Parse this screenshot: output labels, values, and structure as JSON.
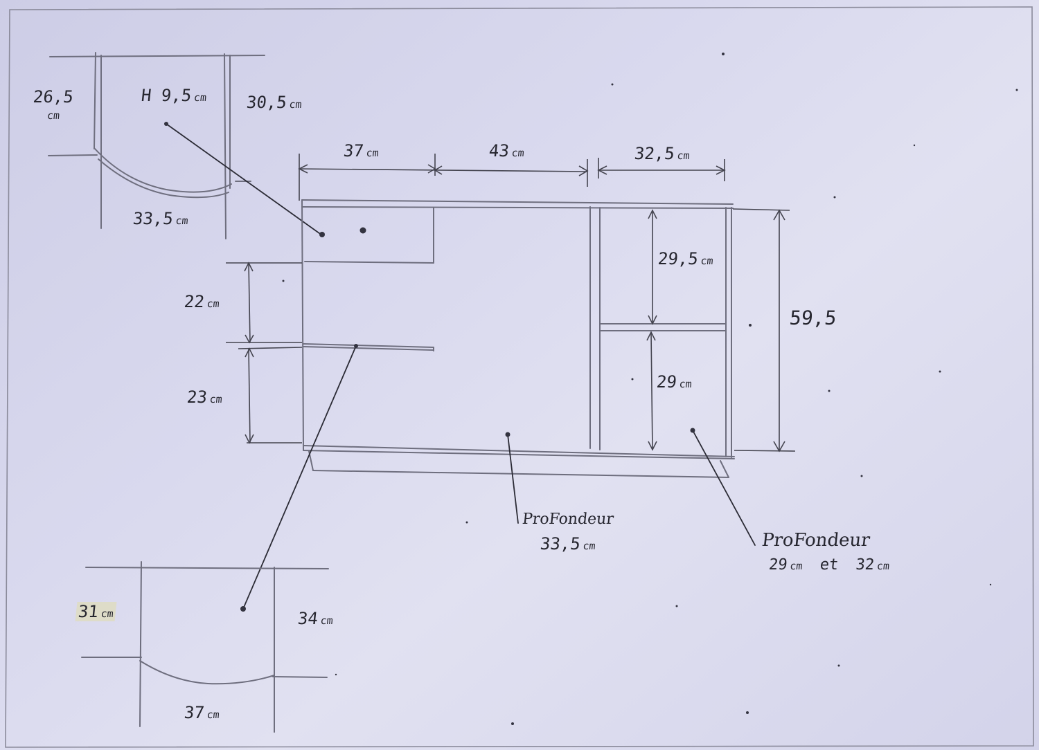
{
  "drawer_top_detail": {
    "left_depth": "26,5",
    "left_depth_unit": "cm",
    "height": "H 9,5",
    "height_unit": "cm",
    "right_depth": "30,5",
    "right_depth_unit": "cm",
    "front_width": "33,5",
    "front_width_unit": "cm"
  },
  "cabinet": {
    "width_left": "37",
    "width_middle": "43",
    "width_right": "32,5",
    "width_unit": "cm",
    "height_upper_left": "22",
    "height_lower_left": "23",
    "left_unit": "cm",
    "height_upper_right": "29,5",
    "height_lower_right": "29",
    "right_unit": "cm",
    "total_height": "59,5"
  },
  "notes": {
    "depth_middle_title": "ProFondeur",
    "depth_middle_value": "33,5",
    "depth_middle_unit": "cm",
    "depth_right_title": "ProFondeur",
    "depth_right_value_a": "29",
    "depth_right_unit_a": "cm",
    "depth_right_conj": "et",
    "depth_right_value_b": "32",
    "depth_right_unit_b": "cm"
  },
  "shelf_bottom_detail": {
    "left_depth": "31",
    "left_depth_unit": "cm",
    "right_depth": "34",
    "right_depth_unit": "cm",
    "front_width": "37",
    "front_width_unit": "cm"
  }
}
